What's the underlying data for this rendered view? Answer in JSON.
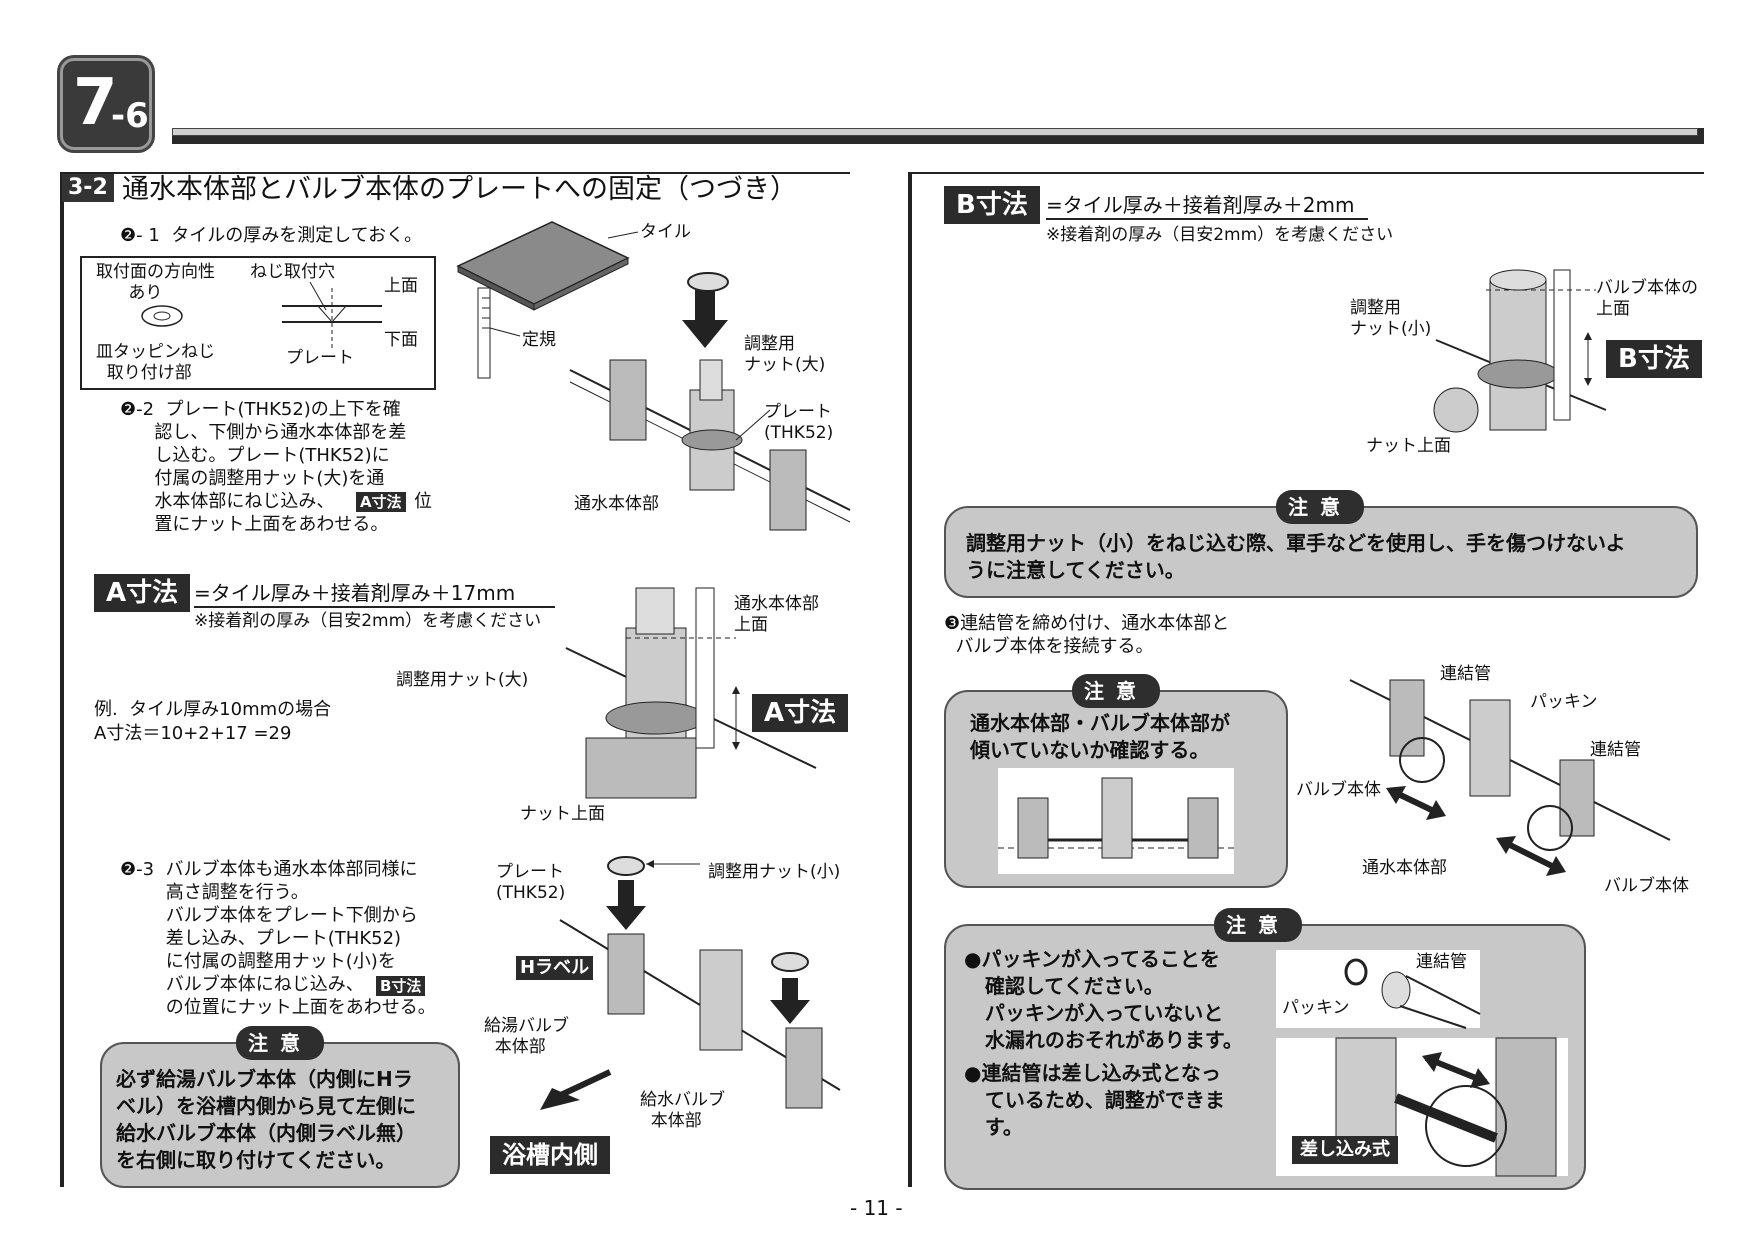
{
  "header": {
    "section_big": "7",
    "section_small": "-6"
  },
  "title": {
    "badge": "3-2",
    "text": "通水本体部とバルブ本体のプレートへの固定（つづき）"
  },
  "step2_1": {
    "text": "❷- 1  タイルの厚みを測定しておく。",
    "inset": {
      "direction": "取付面の方向性\n      あり",
      "screw_hole": "ねじ取付穴",
      "top_face": "上面",
      "bottom_face": "下面",
      "plate": "プレート",
      "screw_part": "皿タッピンねじ\n  取り付け部"
    },
    "labels": {
      "tile": "タイル",
      "ruler": "定規",
      "nut_large": "調整用\nナット(大)",
      "plate": "プレート\n(THK52)",
      "body": "通水本体部"
    }
  },
  "step2_2": {
    "lines": [
      "❷-2  プレート(THK52)の上下を確",
      "      認し、下側から通水本体部を差",
      "      し込む。プレート(THK52)に",
      "      付属の調整用ナット(大)を通",
      "      水本体部にねじ込み、",
      "      置にナット上面をあわせる。"
    ],
    "tag": "A寸法",
    "tail": "位"
  },
  "dimA": {
    "label": "A寸法",
    "formula": "=タイル厚み＋接着剤厚み＋17mm",
    "note": "※接着剤の厚み（目安2mm）を考慮ください",
    "example": "例.  タイル厚み10mmの場合",
    "example_calc": "A寸法＝10+2+17 =29",
    "labels": {
      "body_top": "通水本体部\n上面",
      "nut_large": "調整用ナット(大)",
      "nut_top": "ナット上面",
      "dim": "A寸法"
    }
  },
  "step2_3": {
    "lines": [
      "❷-3  バルブ本体も通水本体部同様に",
      "        高さ調整を行う。",
      "        バルブ本体をプレート下側から",
      "        差し込み、プレート(THK52)",
      "        に付属の調整用ナット(小)を",
      "        バルブ本体にねじ込み、",
      "        の位置にナット上面をあわせる。"
    ],
    "tag": "B寸法",
    "labels": {
      "plate": "プレート\n(THK52)",
      "nut_small": "調整用ナット(小)",
      "h_label": "Hラベル",
      "hot_valve": "給湯バルブ\n  本体部",
      "cold_valve": "給水バルブ\n  本体部",
      "tub_side": "浴槽内側"
    }
  },
  "caution1": {
    "title": "注意",
    "text": "必ず給湯バルブ本体（内側にHラ\nベル）を浴槽内側から見て左側に\n給水バルブ本体（内側ラベル無）\nを右側に取り付けてください。"
  },
  "dimB": {
    "label": "B寸法",
    "formula": "=タイル厚み＋接着剤厚み＋2mm",
    "note": "※接着剤の厚み（目安2mm）を考慮ください",
    "labels": {
      "valve_top": "バルブ本体の\n上面",
      "nut_small": "調整用\nナット(小)",
      "nut_top": "ナット上面",
      "dim": "B寸法"
    }
  },
  "caution2": {
    "title": "注意",
    "text": "調整用ナット（小）をねじ込む際、軍手などを使用し、手を傷つけないよ\nうに注意してください。"
  },
  "step3": {
    "text": "❸連結管を締め付け、通水本体部と\n  バルブ本体を接続する。",
    "labels": {
      "pipe1": "連結管",
      "packing": "パッキン",
      "pipe2": "連結管",
      "valve_left": "バルブ本体",
      "body": "通水本体部",
      "valve_right": "バルブ本体"
    }
  },
  "caution3": {
    "title": "注意",
    "text": "通水本体部・バルブ本体部が\n傾いていないか確認する。"
  },
  "caution4": {
    "title": "注意",
    "bullet1": "●パッキンが入ってることを\n   確認してください。\n   パッキンが入っていないと\n   水漏れのおそれがあります。",
    "bullet2": "●連結管は差し込み式となっ\n   ているため、調整ができま\n   す。",
    "labels": {
      "pipe": "連結管",
      "packing": "パッキン",
      "insert": "差し込み式"
    }
  },
  "footer": {
    "page": "- 11 -"
  }
}
